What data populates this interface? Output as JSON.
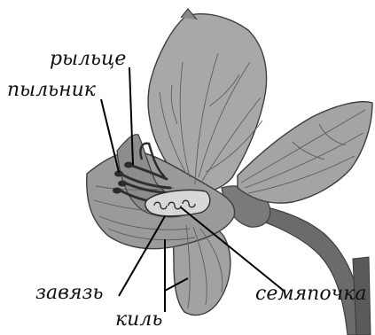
{
  "labels": {
    "stigma": "рыльце",
    "anther": "пыльник",
    "ovary": "завязь",
    "keel": "киль",
    "ovule": "семяпочка"
  },
  "colors": {
    "petal_fill": "#a8a8a8",
    "petal_shade": "#8d8d8d",
    "vein": "#5e5e5e",
    "outline": "#3f3f3f",
    "stem": "#6b6b6b",
    "leader_line": "#000000"
  }
}
